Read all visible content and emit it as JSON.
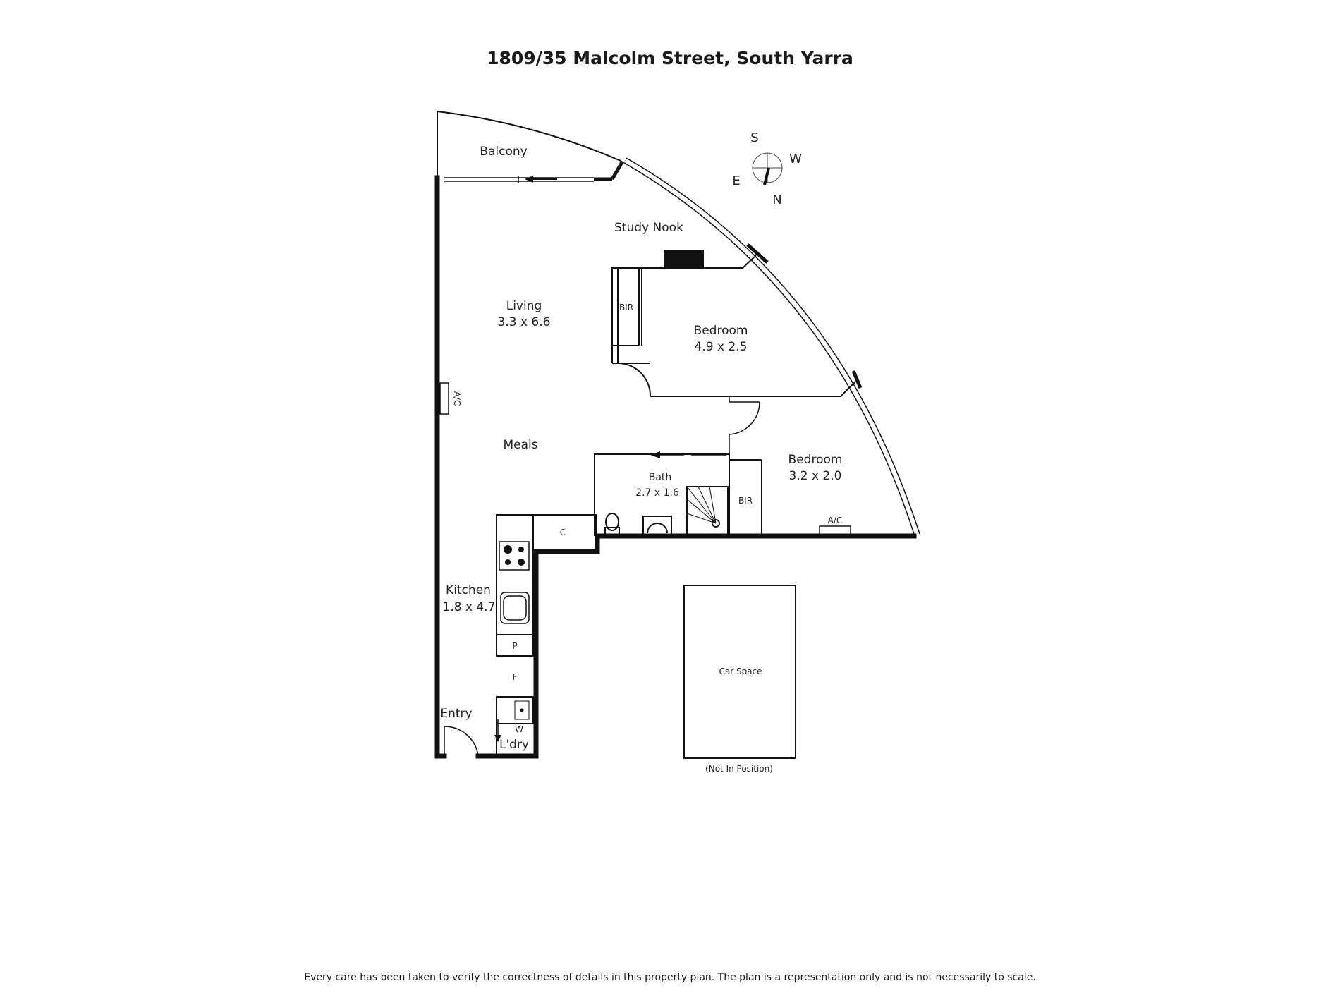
{
  "title": "1809/35 Malcolm Street, South Yarra",
  "rooms": {
    "balcony": {
      "name": "Balcony"
    },
    "study_nook": {
      "name": "Study Nook"
    },
    "living": {
      "name": "Living",
      "size": "3.3 x 6.6"
    },
    "meals": {
      "name": "Meals"
    },
    "bedroom1": {
      "name": "Bedroom",
      "size": "4.9 x 2.5"
    },
    "bedroom2": {
      "name": "Bedroom",
      "size": "3.2 x 2.0"
    },
    "bath": {
      "name": "Bath",
      "size": "2.7 x 1.6"
    },
    "kitchen": {
      "name": "Kitchen",
      "size": "1.8 x 4.7"
    },
    "entry": {
      "name": "Entry"
    },
    "laundry": {
      "name": "L'dry"
    },
    "car_space": {
      "name": "Car Space",
      "note": "(Not In Position)"
    }
  },
  "fixtures": {
    "bir_1": "BIR",
    "bir_2": "BIR",
    "ac_living": "A/C",
    "ac_bedroom": "A/C",
    "cupboard": "C",
    "pantry": "P",
    "fridge": "F",
    "washer": "W"
  },
  "compass": {
    "north": "N",
    "south": "S",
    "east": "E",
    "west": "W"
  },
  "disclaimer": "Every care has been taken to verify the correctness of details in this property plan. The plan is a representation only and is not necessarily to scale."
}
